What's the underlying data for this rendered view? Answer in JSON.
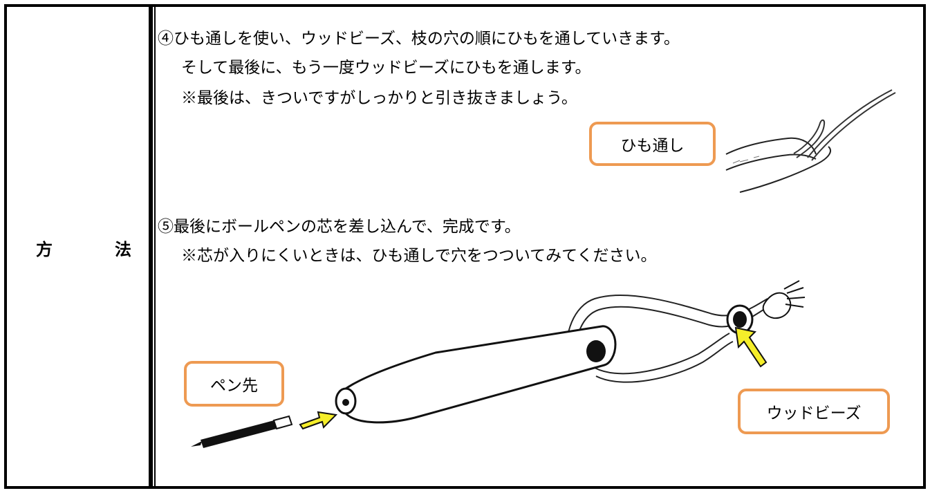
{
  "table": {
    "label_left": "方",
    "label_right": "法"
  },
  "steps": {
    "step4_line1": "④ひも通しを使い、ウッドビーズ、枝の穴の順にひもを通していきます。",
    "step4_line2": "そして最後に、もう一度ウッドビーズにひもを通します。",
    "step4_line3": "※最後は、きついですがしっかりと引き抜きましょう。",
    "step5_line1": "⑤最後にボールペンの芯を差し込んで、完成です。",
    "step5_line2": "※芯が入りにくいときは、ひも通しで穴をつついてみてください。"
  },
  "callouts": {
    "threader": "ひも通し",
    "pen_tip": "ペン先",
    "wood_bead": "ウッドビーズ"
  },
  "colors": {
    "callout_border": "#ee9a52",
    "arrow_fill": "#f5ee2a"
  },
  "icons": {
    "threader_illustration": "threader-icon",
    "pen_refill_illustration": "pen-refill-icon",
    "pen_body_illustration": "branch-pen-icon"
  }
}
